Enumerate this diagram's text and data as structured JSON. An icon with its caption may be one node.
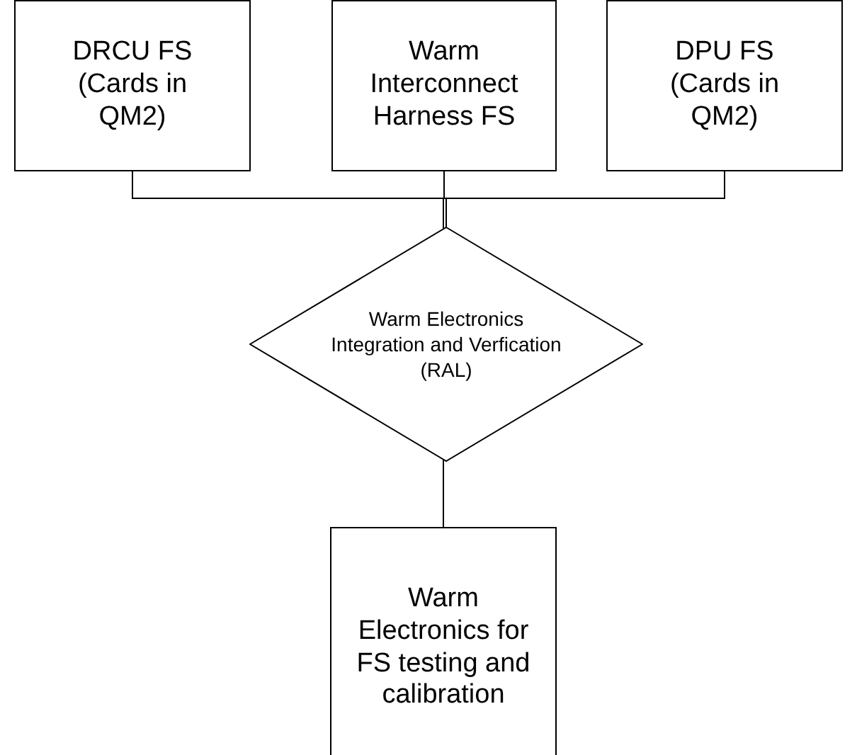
{
  "diagram": {
    "nodes": [
      {
        "text": [
          "DRCU FS (Cards in QM2)"
        ]
      },
      {
        "text": [
          "Warm Interconnect Harness FS"
        ]
      },
      {
        "text": [
          "DPU FS (Cards in QM2)"
        ]
      },
      {
        "text": [
          "Warm Electronics Integration and Verfication (RAL)"
        ]
      },
      {
        "text": [
          "Warm Electronics for FS testing and calibration"
        ]
      }
    ],
    "edges": [
      {
        "from": 0,
        "to": 3,
        "arrow": "none"
      },
      {
        "from": 1,
        "to": 3,
        "arrow": "none"
      },
      {
        "from": 2,
        "to": 3,
        "arrow": "none"
      },
      {
        "from": 3,
        "to": 4,
        "arrow": "none"
      }
    ]
  }
}
